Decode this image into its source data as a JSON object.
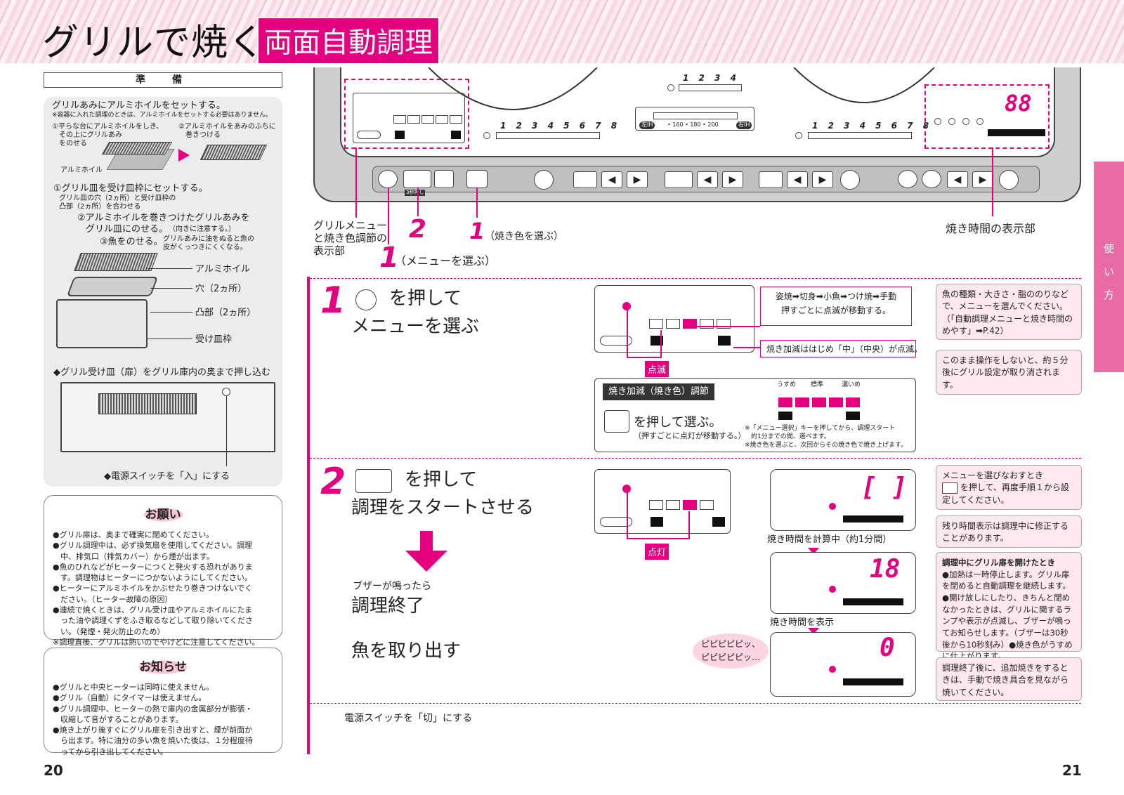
{
  "header": {
    "title": "グリルで焼く",
    "tag": "両面自動調理"
  },
  "prep": {
    "heading": "準　備",
    "line1": "グリルあみにアルミホイルをセットする。",
    "line1_note": "※容器に入れた調理のときは、アルミホイルをセットする必要はありません。",
    "fig1a": "①平らな台にアルミホイルをしき、",
    "fig1b": "その上にグリルあみ",
    "fig1c": "をのせる",
    "fig2a": "②アルミホイルをあみのふちに",
    "fig2b": "巻きつける",
    "foil_label": "アルミホイル",
    "step1": "①グリル皿を受け皿枠にセットする。",
    "step1_note_a": "グリル皿の穴（2ヵ所）と受け皿枠の",
    "step1_note_b": "凸部（2ヵ所）を合わせる",
    "step2a": "②アルミホイルを巻きつけたグリルあみを",
    "step2b": "グリル皿にのせる。",
    "step2_note": "（向きに注意する。）",
    "step3": "③魚をのせる。",
    "step3_note_a": "グリルあみに油をぬると魚の",
    "step3_note_b": "皮がくっつきにくくなる。",
    "lbl_foil": "アルミホイル",
    "lbl_hole": "穴（2ヵ所）",
    "lbl_bump": "凸部（2ヵ所）",
    "lbl_frame": "受け皿枠",
    "push_in": "◆グリル受け皿（扉）をグリル庫内の奥まで押し込む",
    "power_on": "◆電源スイッチを「入」にする"
  },
  "request": {
    "title": "お願い",
    "items": [
      "●グリル扉は、奥まで確実に閉めてください。",
      "●グリル調理中は、必ず換気扇を使用してください。調理",
      "　中、排気口（排気カバー）から煙が出ます。",
      "●魚のひれなどがヒーターにつくと発火する恐れがありま",
      "　す。調理物はヒーターにつかないようにしてください。",
      "●ヒーターにアルミホイルをかぶせたり巻きつけないでく",
      "　ださい。（ヒーター故障の原因）",
      "●連続で焼くときは、グリル受け皿やアルミホイルにたま",
      "　った油や調理くずをふき取るなどして取り除いてくださ",
      "　い。（発煙・発火防止のため）",
      "※調理直後、グリルは熱いのでやけどに注意してください。"
    ]
  },
  "info": {
    "title": "お知らせ",
    "items": [
      "●グリルと中央ヒーターは同時に使えません。",
      "●グリル（自動）にタイマーは使えません。",
      "●グリル調理中、ヒーターの熱で庫内の金属部分が膨張・",
      "　収縮して音がすることがあります。",
      "●焼き上がり後すぐにグリル扉を引き出すと、煙が前面か",
      "　ら出ます。特に油分の多い魚を焼いた後は、１分程度待",
      "　ってから引き出してください。"
    ]
  },
  "pages": {
    "left": "20",
    "right": "21"
  },
  "panel": {
    "center_nums": "1 2 3 4",
    "left_nums": "1 2 3 4 5 6 7 8",
    "right_nums": "1 2 3 4 5 6 7 8",
    "scale_left": "左IH",
    "scale": "• 160 • 180 • 200",
    "scale_right": "右IH",
    "time_display": "88",
    "small_tag": "3秒押し"
  },
  "callouts": {
    "grill_menu_a": "グリルメニュー",
    "grill_menu_b": "と焼き色調節の",
    "grill_menu_c": "表示部",
    "n2": "2",
    "n1a": "1",
    "n1a_text": "（焼き色を選ぶ）",
    "n1b": "1",
    "n1b_text": "（メニューを選ぶ）",
    "time_label": "焼き時間の表示部"
  },
  "step1": {
    "num": "1",
    "line1": "を押して",
    "line2": "メニューを選ぶ",
    "menu_seq": "姿焼➡切身➡小魚➡つけ焼➡手動",
    "menu_seq_note": "押すごとに点滅が移動する。",
    "blink_note": "焼き加減ははじめ「中」（中央）が点滅。",
    "blink_tag": "点滅",
    "adj_title": "焼き加減（焼き色）調節",
    "adj_light": "うすめ",
    "adj_std": "標準",
    "adj_dark": "濃いめ",
    "adj_press": "を押して選ぶ。",
    "adj_press_note": "（押すごとに点灯が移動する。）",
    "adj_note1": "※「メニュー選択」キーを押してから、調理スタート",
    "adj_note2": "　約1分までの間、選べます。",
    "adj_note3": "※焼き色を選ぶと、次回からその焼き色で焼き上げます。"
  },
  "step2": {
    "num": "2",
    "line1": "を押して",
    "line2": "調理をスタートさせる",
    "lit_tag": "点灯",
    "buzzer": "ブザーが鳴ったら",
    "done": "調理終了",
    "remove": "魚を取り出す",
    "calc": "焼き時間を計算中（約1分間）",
    "show": "焼き時間を表示",
    "d1": "[ ]",
    "d2": "18",
    "d3": "0",
    "beep1": "ピピピピピッ、",
    "beep2": "ピピピピピッ…",
    "power_off": "電源スイッチを「切」にする"
  },
  "side_notes": {
    "n1": "魚の種類・大きさ・脂ののりなどで、メニューを選んでください。（「自動調理メニューと焼き時間のめやす」➡P.42）",
    "n2": "このまま操作をしないと、約５分後にグリル設定が取り消されます。",
    "n3_title": "メニューを選びなおすとき",
    "n3_body": "を押して、再度手順１から設定してください。",
    "n4": "残り時間表示は調理中に修正することがあります。",
    "n5_title": "調理中にグリル扉を開けたとき",
    "n5_body": "●加熱は一時停止します。グリル扉を閉めると自動調理を継続します。●開け放しにしたり、きちんと閉めなかったときは、グリルに関するランプや表示が点滅し、ブザーが鳴ってお知らせします。（ブザーは30秒後から10秒刻み）●焼き色がうすめに仕上がります。",
    "n6": "調理終了後に、追加焼きをするときは、手動で焼き具合を見ながら焼いてください。"
  },
  "side_tab": {
    "c1": "使",
    "c2": "い",
    "c3": "方"
  },
  "colors": {
    "accent": "#e4007f",
    "note_bg": "#fde8f0",
    "tab": "#e86aa6"
  }
}
